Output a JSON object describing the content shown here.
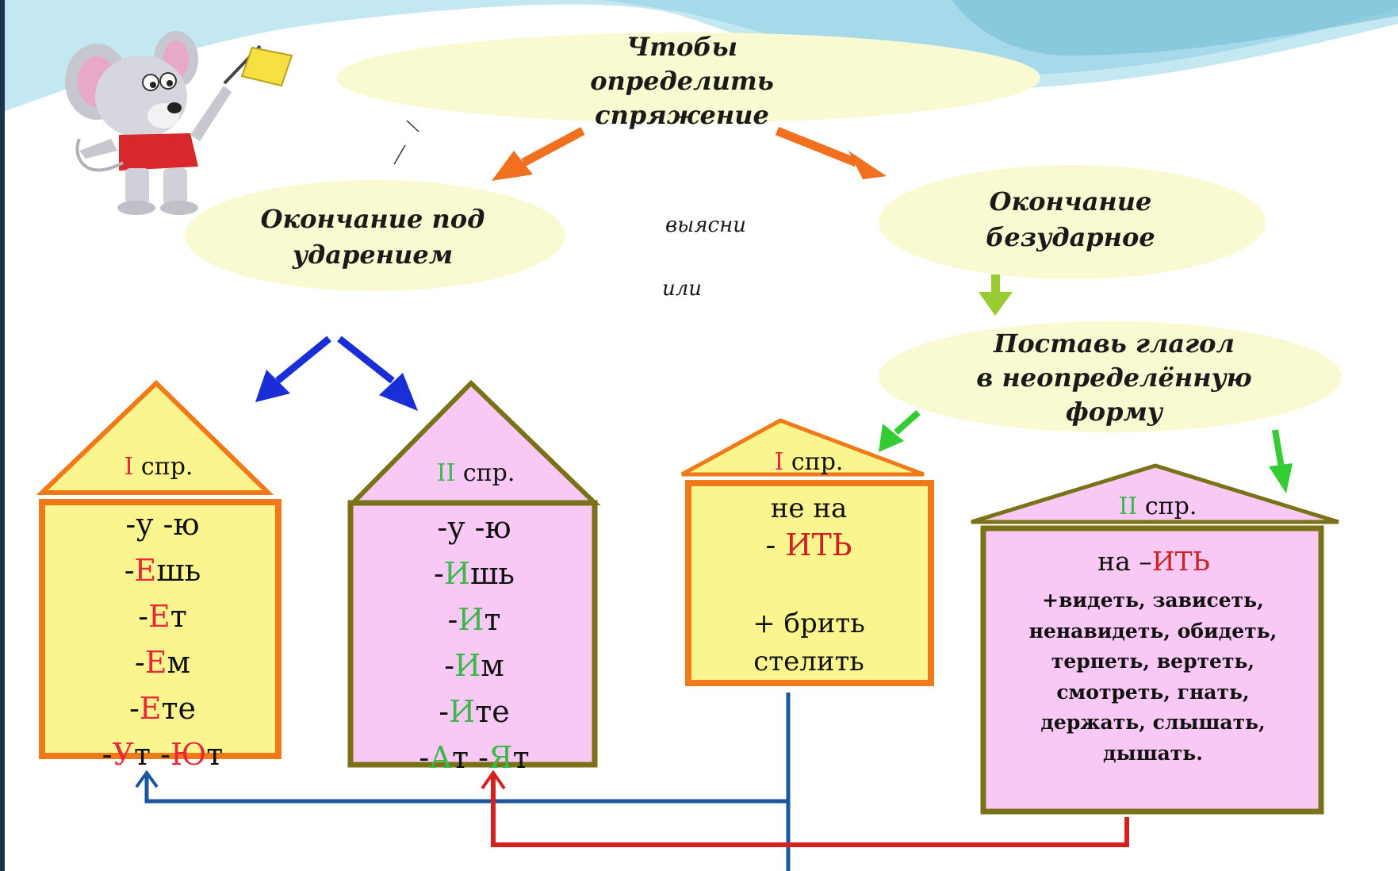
{
  "colors": {
    "top_wave": "#b9e3ee",
    "ellipse_fill": "#fafad2",
    "house1_fill": "#fbf58f",
    "house1_border": "#f07a1a",
    "house2_fill": "#f9c9f5",
    "house2_border": "#7a7218",
    "orange_arrow": "#f07020",
    "blue_arrow": "#1a2ed8",
    "green_arrow": "#66cc33",
    "connector_blue": "#1a55a0",
    "connector_red": "#d62020",
    "ending_red": "#e8283a",
    "ending_green": "#3db84a"
  },
  "mascot": {
    "icon": "mouse-with-flag-icon"
  },
  "top_node": {
    "lines": [
      "Чтобы",
      "определить",
      "спряжение"
    ]
  },
  "left_node": {
    "lines": [
      "Окончание под",
      "ударением"
    ]
  },
  "right_node": {
    "lines": [
      "Окончание",
      "безударное"
    ]
  },
  "middle_text": {
    "line1": "выясни",
    "line2": "или"
  },
  "infinitive_node": {
    "lines": [
      "Поставь глагол",
      "в неопределённую",
      "форму"
    ]
  },
  "house1": {
    "roman": "I",
    "label": " спр.",
    "rows": [
      {
        "pre": "-у  -ю",
        "end": "",
        "post": ""
      },
      {
        "pre": "-",
        "end": "Е",
        "post": "шь"
      },
      {
        "pre": "-",
        "end": "Е",
        "post": "т"
      },
      {
        "pre": "-",
        "end": "Е",
        "post": "м"
      },
      {
        "pre": "-",
        "end": "Е",
        "post": "те"
      }
    ],
    "last_row": {
      "p1": "-",
      "e1": "У",
      "p2": "т  -",
      "e2": "Ю",
      "p3": "т"
    }
  },
  "house2": {
    "roman": "II",
    "label": "  спр.",
    "rows": [
      {
        "pre": "-у   -ю",
        "end": "",
        "post": ""
      },
      {
        "pre": "-",
        "end": "И",
        "post": "шь"
      },
      {
        "pre": "-",
        "end": "И",
        "post": "т"
      },
      {
        "pre": "-",
        "end": "И",
        "post": "м"
      },
      {
        "pre": "-",
        "end": "И",
        "post": "те"
      }
    ],
    "last_row": {
      "p1": "-",
      "e1": "А",
      "p2": "т  -",
      "e2": "Я",
      "p3": "т"
    }
  },
  "house3": {
    "roman": "I",
    "label": " спр.",
    "line1": "не на",
    "line2_pre": "-  ",
    "line2_end": "ИТЬ",
    "line3": "+ брить",
    "line4": "стелить"
  },
  "house4": {
    "roman": "II",
    "label": " спр.",
    "line1_pre": "на –",
    "line1_end": "ИТЬ",
    "exceptions": [
      "+видеть, зависеть,",
      "ненавидеть, обидеть,",
      "терпеть, вертеть,",
      "смотреть, гнать,",
      "держать, слышать,",
      "дышать."
    ]
  }
}
